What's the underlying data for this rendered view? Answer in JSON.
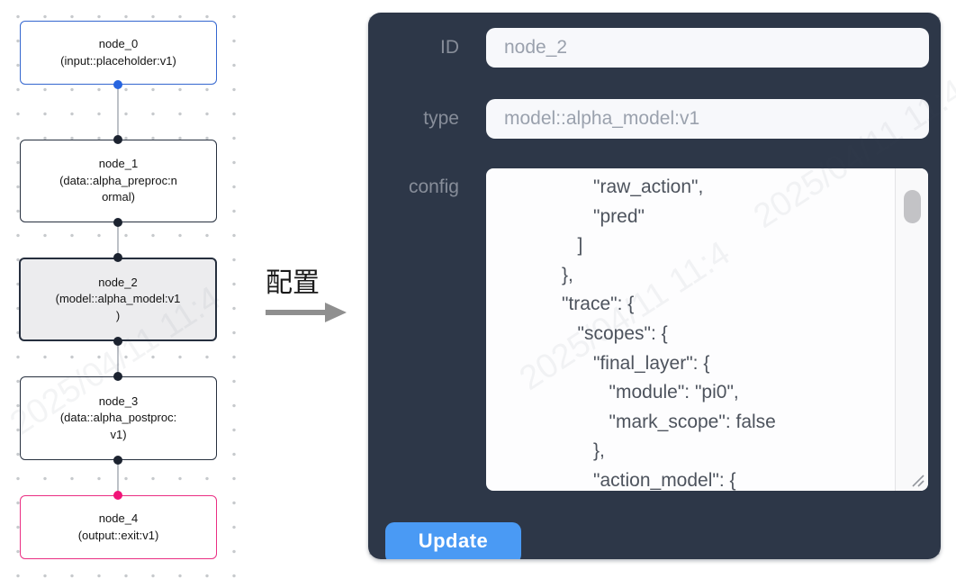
{
  "flow": {
    "nodes": [
      {
        "id": "node_0",
        "lines": [
          "node_0",
          "(input::placeholder:v1)"
        ]
      },
      {
        "id": "node_1",
        "lines": [
          "node_1",
          "(data::alpha_preproc:n",
          "ormal)"
        ]
      },
      {
        "id": "node_2",
        "lines": [
          "node_2",
          "(model::alpha_model:v1",
          ")"
        ],
        "selected": true
      },
      {
        "id": "node_3",
        "lines": [
          "node_3",
          "(data::alpha_postproc:",
          "v1)"
        ]
      },
      {
        "id": "node_4",
        "lines": [
          "node_4",
          "(output::exit:v1)"
        ]
      }
    ]
  },
  "middle": {
    "label": "配置"
  },
  "panel": {
    "fields": {
      "id": {
        "label": "ID",
        "value": "node_2"
      },
      "type": {
        "label": "type",
        "value": "model::alpha_model:v1"
      },
      "config": {
        "label": "config",
        "value": "                  \"raw_action\",\n                  \"pred\"\n               ]\n            },\n            \"trace\": {\n               \"scopes\": {\n                  \"final_layer\": {\n                     \"module\": \"pi0\",\n                     \"mark_scope\": false\n                  },\n                  \"action_model\": {"
      }
    },
    "update_label": "Update"
  },
  "watermark": {
    "text": "2025/04/11 11:4"
  },
  "colors": {
    "panel-bg": "#2d3748",
    "accent": "#4a9af4",
    "node-border": "#262f3e",
    "node-blue": "#3466cf",
    "node-pink": "#ea2e83",
    "dot-dark": "#1c2330",
    "dot-blue": "#2765e0",
    "dot-pink": "#f11478"
  }
}
